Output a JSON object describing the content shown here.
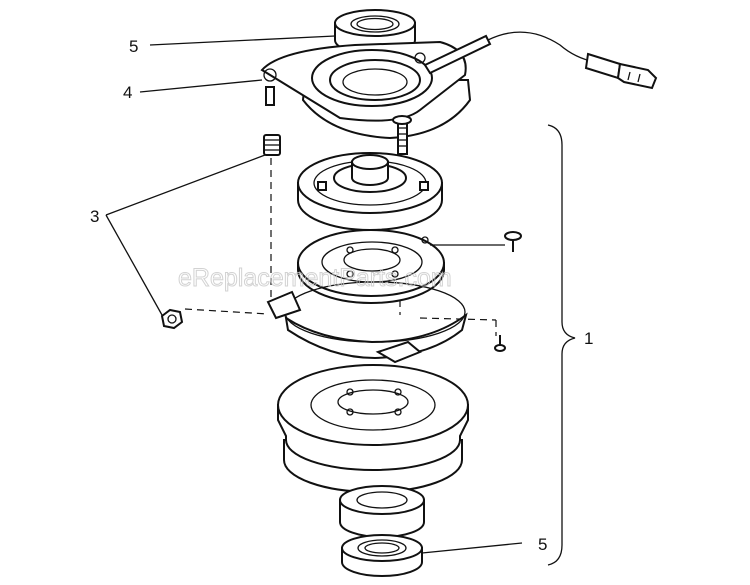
{
  "diagram": {
    "callouts": [
      {
        "id": "callout-5-top",
        "text": "5"
      },
      {
        "id": "callout-4",
        "text": "4"
      },
      {
        "id": "callout-3",
        "text": "3"
      },
      {
        "id": "callout-1",
        "text": "1"
      },
      {
        "id": "callout-5-bottom",
        "text": "5"
      }
    ],
    "watermark": "eReplacementParts.com"
  }
}
